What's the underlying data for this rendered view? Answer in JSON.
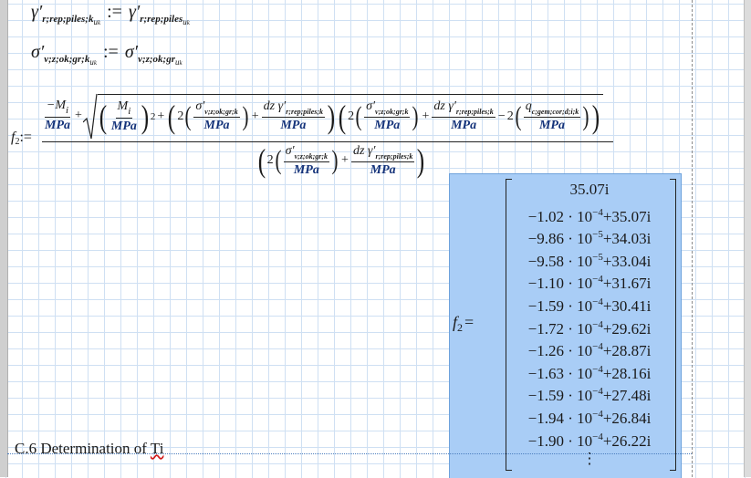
{
  "line1": {
    "lhs_base": "γ′",
    "lhs_sub": "r;rep;piles;k",
    "lhs_subsub": "u",
    "lhs_subsubsub": "k",
    "assign": ":=",
    "rhs_base": "γ′",
    "rhs_sub": "r;rep;piles",
    "rhs_subsub": "u",
    "rhs_subsubsub": "k"
  },
  "line2": {
    "lhs_base": "σ′",
    "lhs_sub": "v;z;ok;gr;k",
    "lhs_subsub": "u",
    "lhs_subsubsub": "k",
    "assign": ":=",
    "rhs_base": "σ′",
    "rhs_sub": "v;z;ok;gr",
    "rhs_subsub": "u",
    "rhs_subsubsub": "k"
  },
  "formula": {
    "lhs": "f",
    "lhs_sub": "2",
    "assign": ":=",
    "mpa": "MPa",
    "M": "M",
    "M_sub": "i",
    "minus": "−",
    "plus": "+",
    "two": "2",
    "square": "2",
    "sigma": "σ′",
    "sigma_sub": "v;z;ok;gr;k",
    "dz": "dz",
    "gamma": "γ′",
    "gamma_sub": "r;rep;piles;k",
    "q": "q",
    "q_sub": "c;gem;cor;d;i;k"
  },
  "result": {
    "lhs": "f",
    "lhs_sub": "2",
    "eq": "=",
    "rows": [
      {
        "mant": "",
        "exp": "",
        "imag": "35.07i"
      },
      {
        "mant": "−1.02 · 10",
        "exp": "−4",
        "imag": "+35.07i"
      },
      {
        "mant": "−9.86 · 10",
        "exp": "−5",
        "imag": "+34.03i"
      },
      {
        "mant": "−9.58 · 10",
        "exp": "−5",
        "imag": "+33.04i"
      },
      {
        "mant": "−1.10 · 10",
        "exp": "−4",
        "imag": "+31.67i"
      },
      {
        "mant": "−1.59 · 10",
        "exp": "−4",
        "imag": "+30.41i"
      },
      {
        "mant": "−1.72 · 10",
        "exp": "−4",
        "imag": "+29.62i"
      },
      {
        "mant": "−1.26 · 10",
        "exp": "−4",
        "imag": "+28.87i"
      },
      {
        "mant": "−1.63 · 10",
        "exp": "−4",
        "imag": "+28.16i"
      },
      {
        "mant": "−1.59 · 10",
        "exp": "−4",
        "imag": "+27.48i"
      },
      {
        "mant": "−1.94 · 10",
        "exp": "−4",
        "imag": "+26.84i"
      },
      {
        "mant": "−1.90 · 10",
        "exp": "−4",
        "imag": "+26.22i"
      }
    ],
    "ellipsis": "⋮"
  },
  "heading": {
    "number": "C.6",
    "text": "Determination of",
    "ref": "Ti"
  }
}
